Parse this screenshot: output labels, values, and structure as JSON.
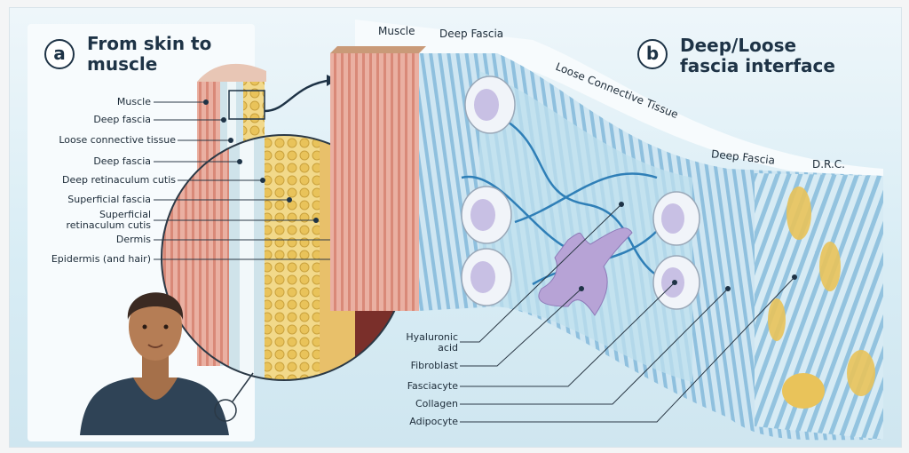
{
  "panel_a": {
    "badge": "a",
    "title_line1": "From skin to",
    "title_line2": "muscle",
    "labels": [
      "Muscle",
      "Deep fascia",
      "Loose connective tissue",
      "Deep fascia",
      "Deep retinaculum cutis",
      "Superficial fascia",
      "Superficial",
      "retinaculum cutis",
      "Dermis",
      "Epidermis (and hair)"
    ]
  },
  "panel_b": {
    "badge": "b",
    "title_line1": "Deep/Loose",
    "title_line2": "fascia interface",
    "top_labels": {
      "muscle": "Muscle",
      "deep_fascia_1": "Deep Fascia",
      "loose_connective": "Loose Connective Tissue",
      "deep_fascia_2": "Deep Fascia",
      "drc": "D.R.C."
    },
    "bottom_labels": [
      "Hyaluronic",
      "acid",
      "Fibroblast",
      "Fasciacyte",
      "Collagen",
      "Adipocyte"
    ]
  },
  "colors": {
    "muscle": "#e8a393",
    "fascia": "#d6eef4",
    "fat": "#e9c35a",
    "dermis": "#7a2f2a",
    "collagen_fiber": "#7fb7d8",
    "hyaluronic": "#2f7fb7",
    "fibroblast": "#b7a3d6",
    "ink": "#1e3346"
  }
}
